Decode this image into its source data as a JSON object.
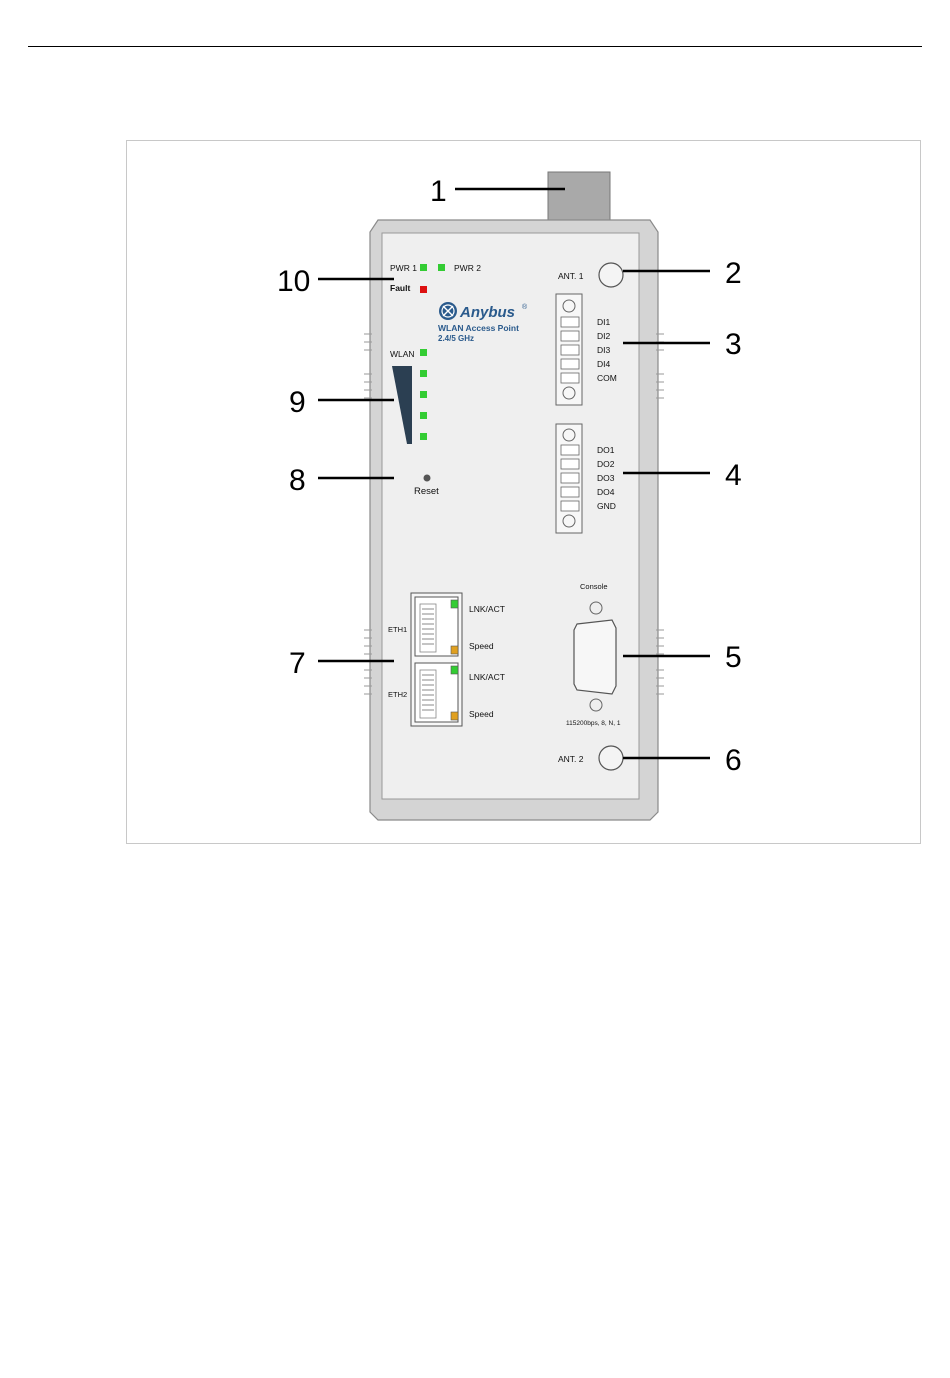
{
  "device": {
    "brand": "Anybus",
    "registered": "®",
    "product_line": "WLAN Access Point",
    "bands": "2.4/5 GHz",
    "leds": {
      "pwr1": "PWR 1",
      "pwr2": "PWR 2",
      "fault": "Fault",
      "wlan": "WLAN"
    },
    "reset": "Reset",
    "ant1": "ANT. 1",
    "ant2": "ANT. 2",
    "di_labels": [
      "DI1",
      "DI2",
      "DI3",
      "DI4",
      "COM"
    ],
    "do_labels": [
      "DO1",
      "DO2",
      "DO3",
      "DO4",
      "GND"
    ],
    "console": "Console",
    "console_settings": "115200bps, 8, N, 1",
    "eth1": {
      "port": "ETH1",
      "lnk": "LNK/ACT",
      "speed": "Speed"
    },
    "eth2": {
      "port": "ETH2",
      "lnk": "LNK/ACT",
      "speed": "Speed"
    }
  },
  "callouts": [
    "1",
    "2",
    "3",
    "4",
    "5",
    "6",
    "7",
    "8",
    "9",
    "10"
  ],
  "colors": {
    "led_green": "#33cc33",
    "led_red": "#dd1111",
    "led_amber": "#e0a020",
    "housing": "#d4d4d4",
    "panel": "#efefef",
    "brand_blue": "#2a5a8c",
    "signal_bar": "#2b3f52"
  }
}
